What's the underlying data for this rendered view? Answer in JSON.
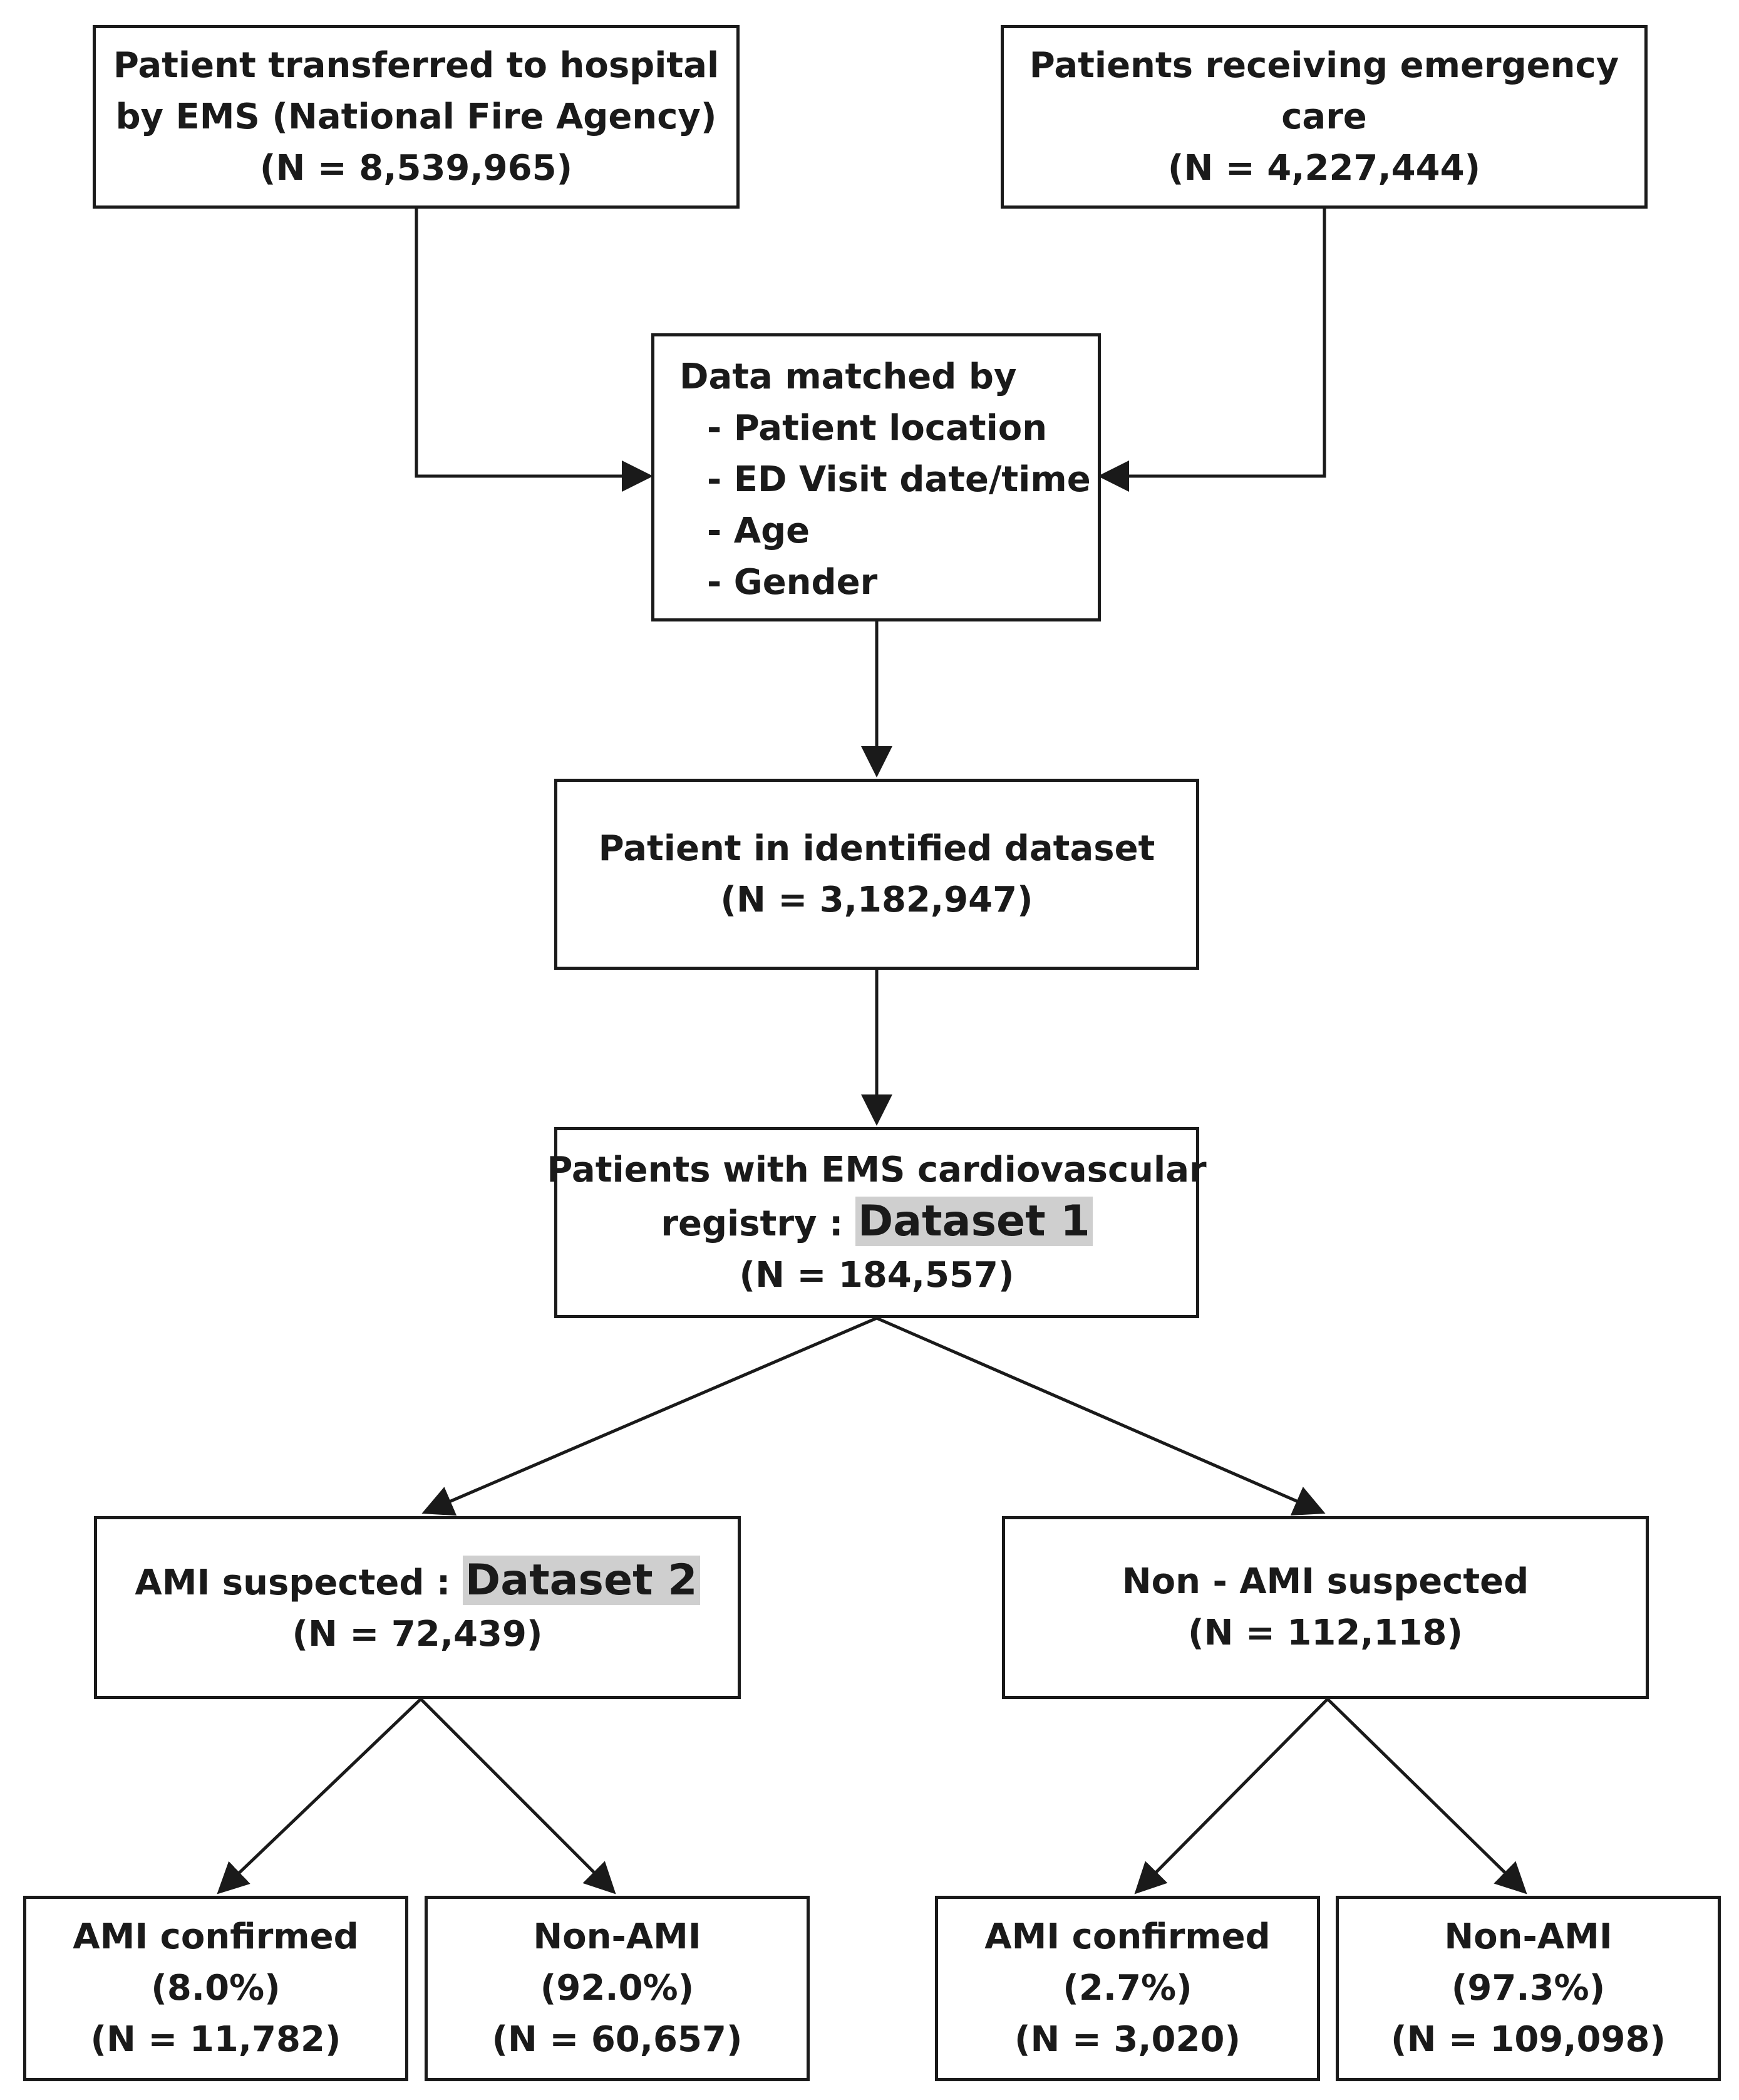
{
  "boxes": {
    "ems_transfer": {
      "line1": "Patient transferred to hospital",
      "line2": "by EMS (National Fire Agency)",
      "n": "(N = 8,539,965)"
    },
    "emergency_care": {
      "line1": "Patients receiving emergency",
      "line2": "care",
      "n": "(N = 4,227,444)"
    },
    "data_matched": {
      "heading": "Data matched by",
      "criteria": [
        "- Patient location",
        "- ED Visit date/time",
        "- Age",
        "- Gender"
      ]
    },
    "identified": {
      "line1": "Patient in identified dataset",
      "n": "(N = 3,182,947)"
    },
    "cardio_registry": {
      "line1": "Patients with EMS cardiovascular",
      "line2_prefix": "registry : ",
      "line2_highlight": "Dataset 1",
      "n": "(N = 184,557)"
    },
    "ami_suspected": {
      "prefix": "AMI suspected : ",
      "highlight": "Dataset 2",
      "n": "(N = 72,439)"
    },
    "non_ami_suspected": {
      "line1": "Non - AMI suspected",
      "n": "(N = 112,118)"
    },
    "ami_confirmed_1": {
      "line1": "AMI confirmed",
      "pct": "(8.0%)",
      "n": "(N = 11,782)"
    },
    "non_ami_1": {
      "line1": "Non-AMI",
      "pct": "(92.0%)",
      "n": "(N = 60,657)"
    },
    "ami_confirmed_2": {
      "line1": "AMI confirmed",
      "pct": "(2.7%)",
      "n": "(N = 3,020)"
    },
    "non_ami_2": {
      "line1": "Non-AMI",
      "pct": "(97.3%)",
      "n": "(N = 109,098)"
    }
  },
  "colors": {
    "stroke": "#1a1a1a",
    "highlight": "#cfcfcf"
  }
}
